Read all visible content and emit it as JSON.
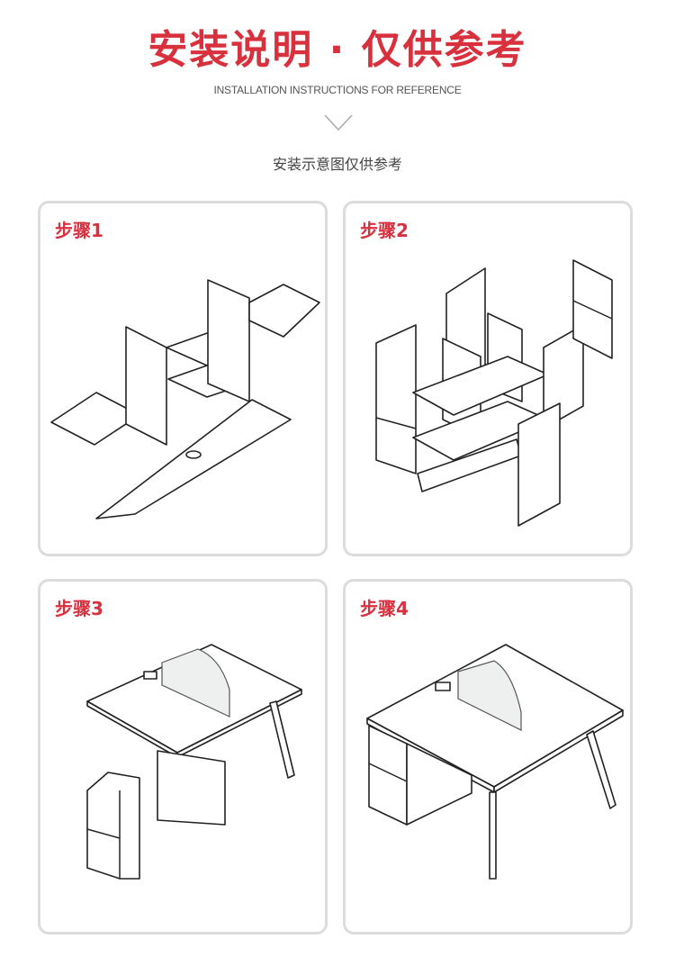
{
  "header": {
    "title": "安装说明 · 仅供参考",
    "subtitle": "INSTALLATION INSTRUCTIONS FOR REFERENCE",
    "note": "安装示意图仅供参考"
  },
  "steps": [
    {
      "label": "步骤1"
    },
    {
      "label": "步骤2"
    },
    {
      "label": "步骤3"
    },
    {
      "label": "步骤4"
    }
  ],
  "colors": {
    "accent": "#d9303e",
    "border": "#dcdcdc"
  }
}
